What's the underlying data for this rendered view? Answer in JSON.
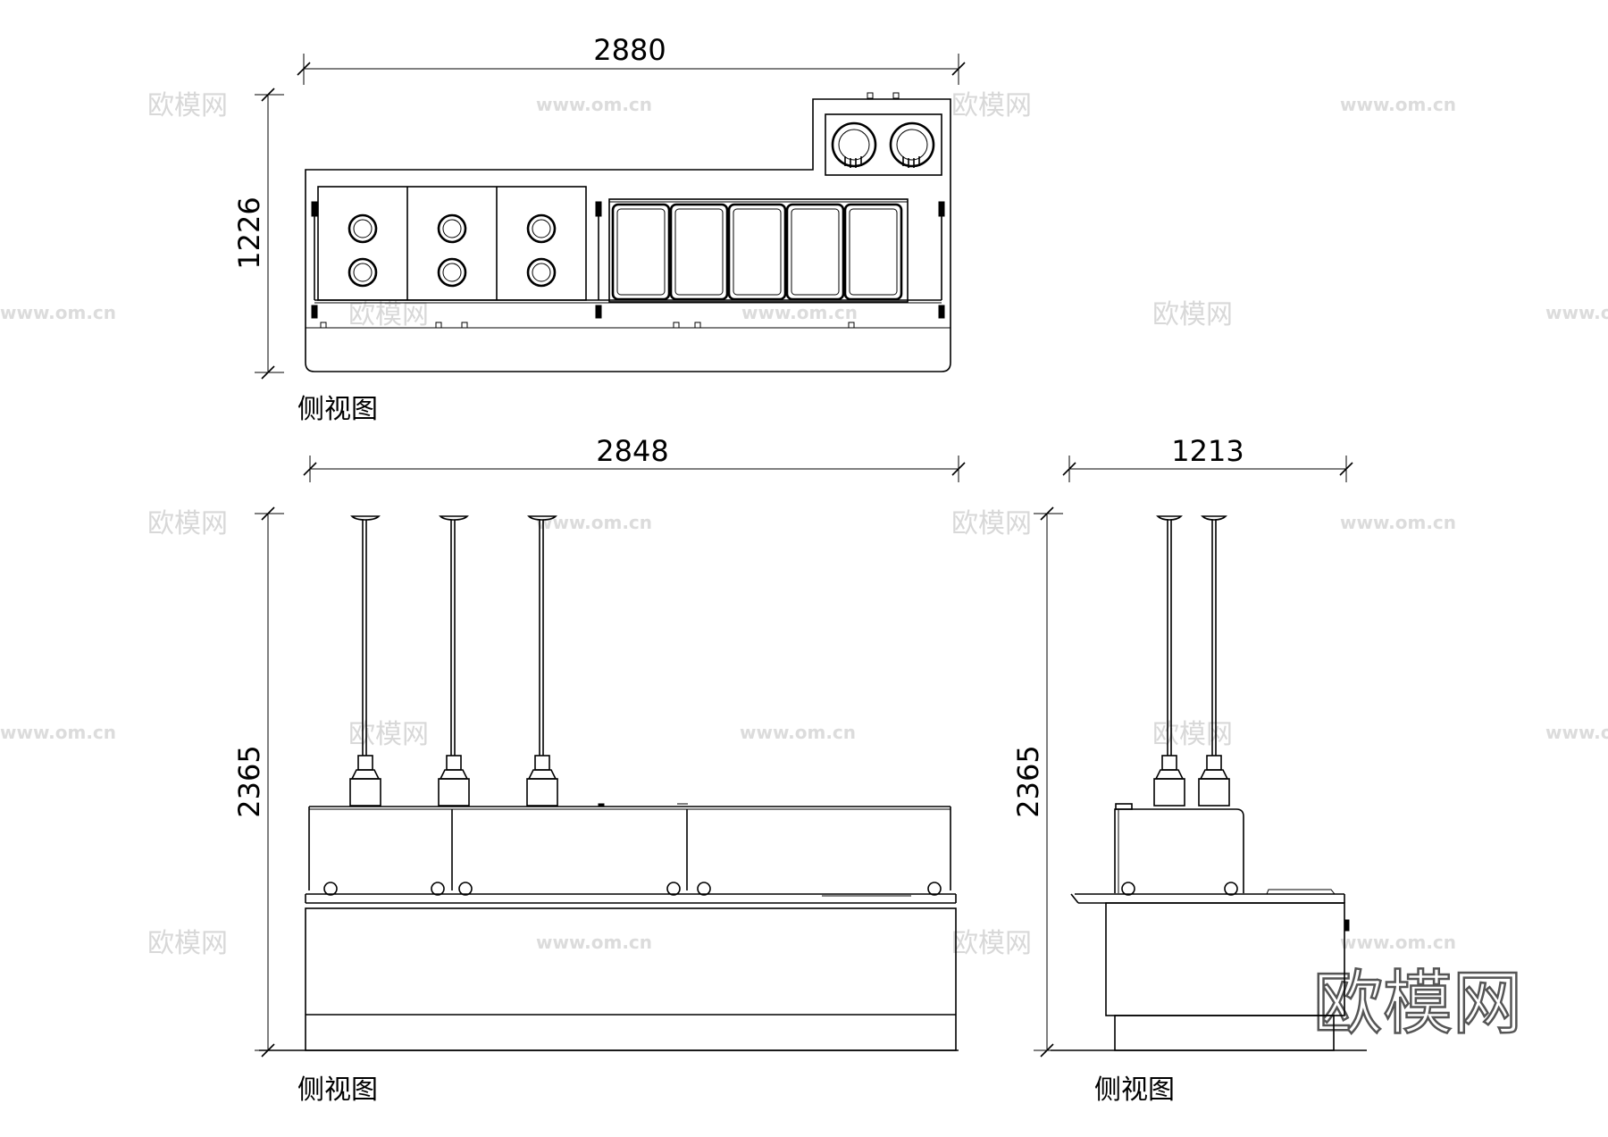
{
  "plan_view": {
    "width_dim": "2880",
    "depth_dim": "1226",
    "caption": "侧视图"
  },
  "front_elevation": {
    "width_dim": "2848",
    "height_dim": "2365",
    "caption": "侧视图"
  },
  "side_elevation": {
    "width_dim": "1213",
    "height_dim": "2365",
    "caption": "侧视图"
  },
  "watermark": {
    "brand": "欧模网",
    "url": "www.om.cn"
  }
}
